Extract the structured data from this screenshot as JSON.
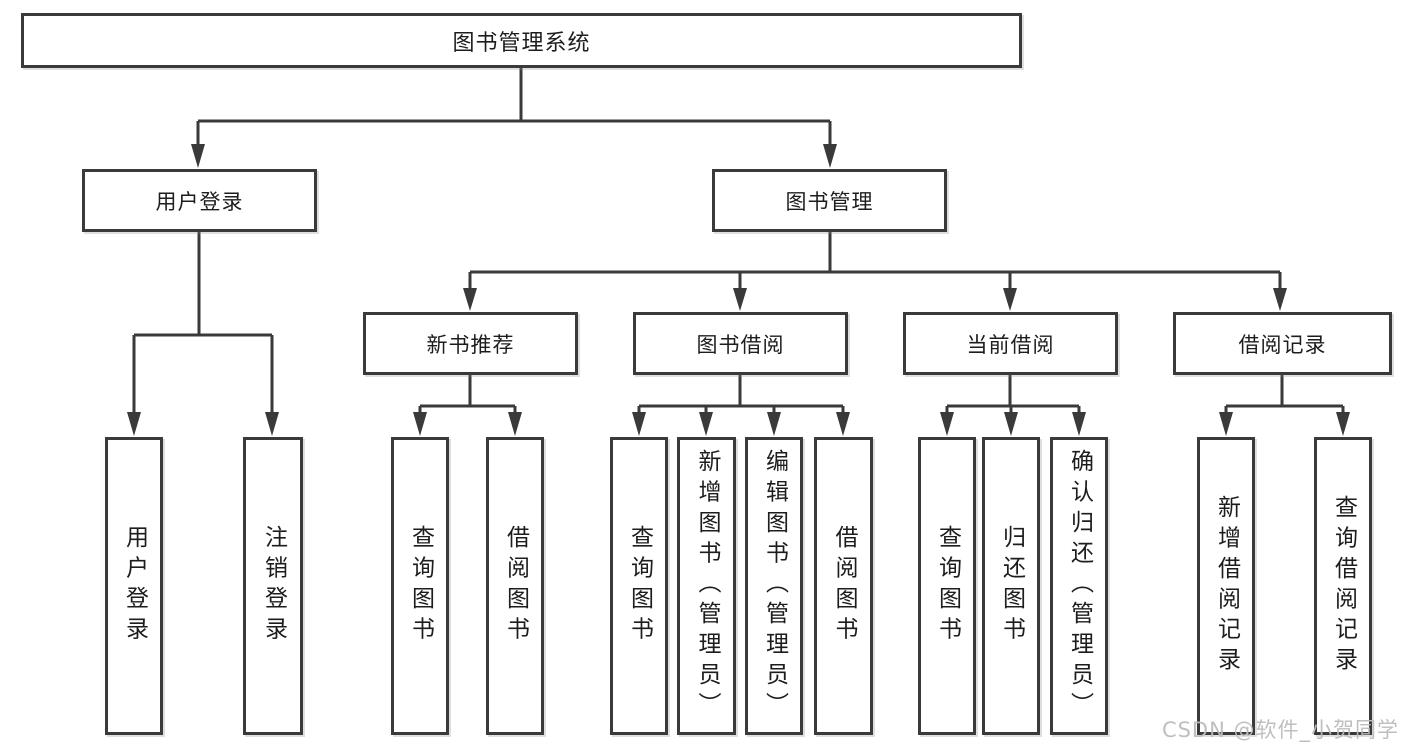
{
  "colors": {
    "line": "#3a3a3a",
    "box_border": "#3a3a3a",
    "text": "#1d1d1d",
    "watermark": "#bcbcbc",
    "background": "#ffffff"
  },
  "diagram": {
    "type": "tree",
    "root": {
      "label": "图书管理系统"
    },
    "branches": [
      {
        "label": "用户登录",
        "children": [
          {
            "label": "用户登录"
          },
          {
            "label": "注销登录"
          }
        ]
      },
      {
        "label": "图书管理",
        "children": [
          {
            "label": "新书推荐",
            "children": [
              {
                "label": "查询图书"
              },
              {
                "label": "借阅图书"
              }
            ]
          },
          {
            "label": "图书借阅",
            "children": [
              {
                "label": "查询图书"
              },
              {
                "label": "新增图书（管理员）"
              },
              {
                "label": "编辑图书（管理员）"
              },
              {
                "label": "借阅图书"
              }
            ]
          },
          {
            "label": "当前借阅",
            "children": [
              {
                "label": "查询图书"
              },
              {
                "label": "归还图书"
              },
              {
                "label": "确认归还（管理员）"
              }
            ]
          },
          {
            "label": "借阅记录",
            "children": [
              {
                "label": "新增借阅记录"
              },
              {
                "label": "查询借阅记录"
              }
            ]
          }
        ]
      }
    ]
  },
  "watermark": {
    "text": "CSDN @软件_小贺同学"
  }
}
